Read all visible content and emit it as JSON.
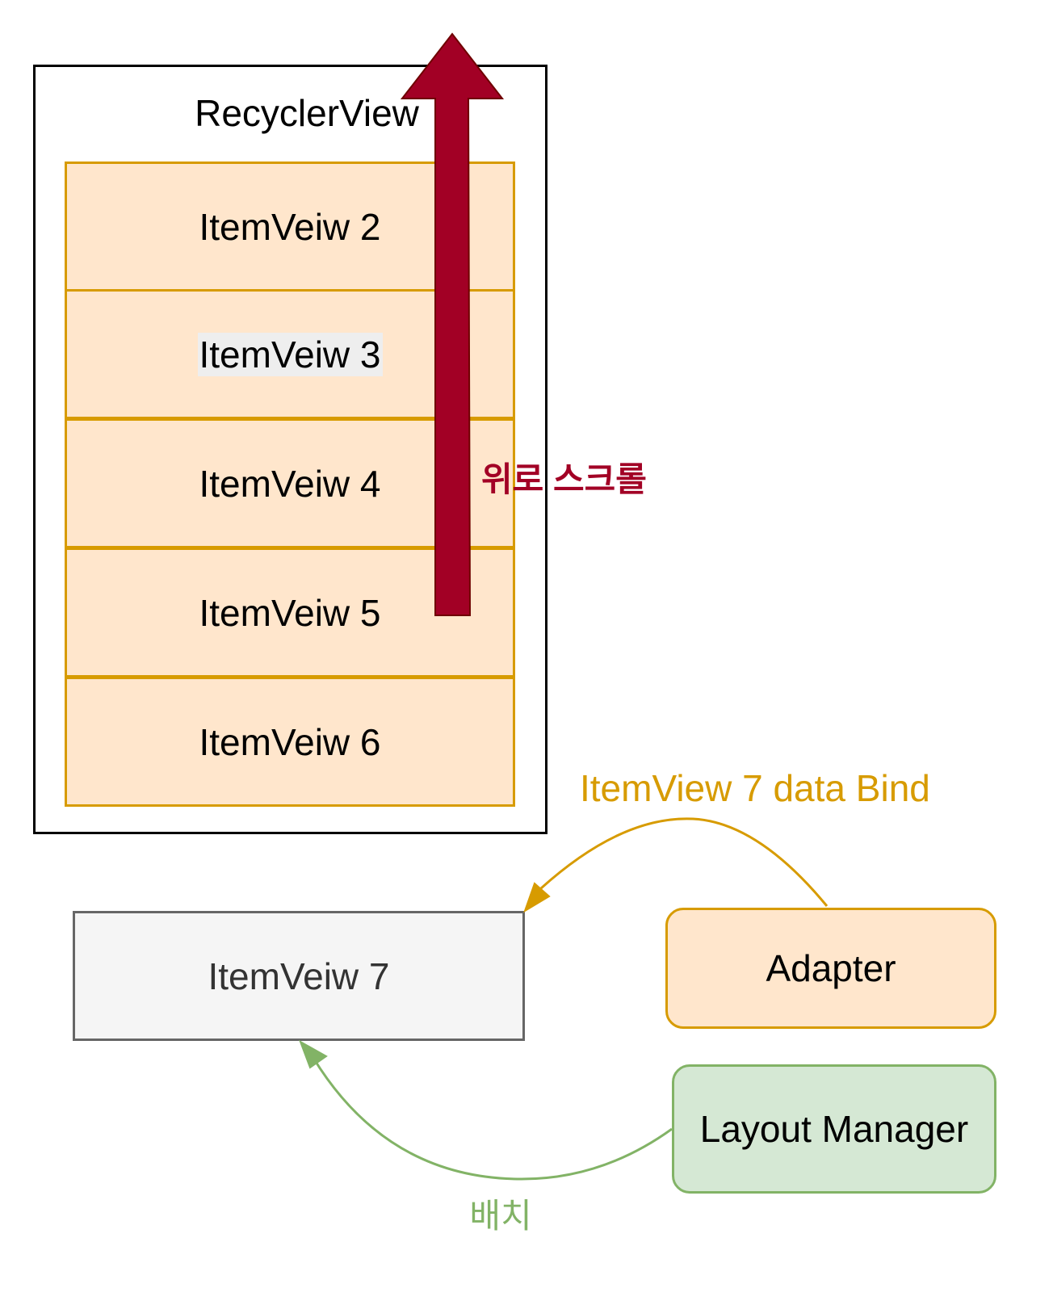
{
  "recycler_view": {
    "title": "RecyclerView",
    "items": [
      {
        "label": "ItemVeiw 2"
      },
      {
        "label": "ItemVeiw 3"
      },
      {
        "label": "ItemVeiw 4"
      },
      {
        "label": "ItemVeiw 5"
      },
      {
        "label": "ItemVeiw 6"
      }
    ]
  },
  "scroll_arrow": {
    "label": "위로 스크롤",
    "color": "#a20025"
  },
  "incoming_item": {
    "label": "ItemVeiw 7"
  },
  "adapter": {
    "label": "Adapter",
    "edge_label": "ItemView 7 data Bind",
    "color": "#d79b00"
  },
  "layout_manager": {
    "label": "Layout Manager",
    "edge_label": "배치",
    "color": "#82b366"
  }
}
